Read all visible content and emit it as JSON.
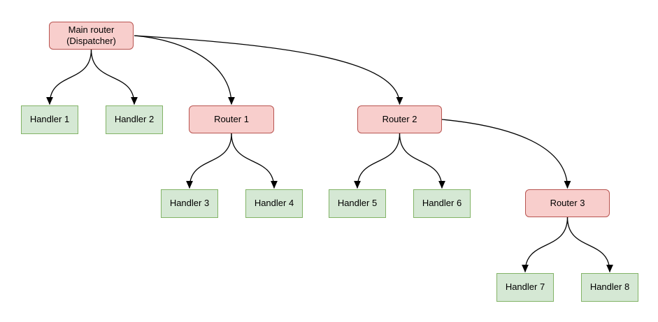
{
  "diagram": {
    "colors": {
      "router_fill": "#f8cecc",
      "router_border": "#b85450",
      "handler_fill": "#d5e8d4",
      "handler_border": "#82b366",
      "edge": "#000000",
      "background": "#ffffff"
    },
    "nodes": {
      "main": {
        "label": "Main router\n(Dispatcher)",
        "type": "router"
      },
      "router1": {
        "label": "Router 1",
        "type": "router"
      },
      "router2": {
        "label": "Router 2",
        "type": "router"
      },
      "router3": {
        "label": "Router 3",
        "type": "router"
      },
      "handler1": {
        "label": "Handler 1",
        "type": "handler"
      },
      "handler2": {
        "label": "Handler 2",
        "type": "handler"
      },
      "handler3": {
        "label": "Handler 3",
        "type": "handler"
      },
      "handler4": {
        "label": "Handler 4",
        "type": "handler"
      },
      "handler5": {
        "label": "Handler 5",
        "type": "handler"
      },
      "handler6": {
        "label": "Handler 6",
        "type": "handler"
      },
      "handler7": {
        "label": "Handler 7",
        "type": "handler"
      },
      "handler8": {
        "label": "Handler 8",
        "type": "handler"
      }
    },
    "edges": [
      {
        "from": "main",
        "to": "handler1"
      },
      {
        "from": "main",
        "to": "handler2"
      },
      {
        "from": "main",
        "to": "router1"
      },
      {
        "from": "main",
        "to": "router2"
      },
      {
        "from": "router1",
        "to": "handler3"
      },
      {
        "from": "router1",
        "to": "handler4"
      },
      {
        "from": "router2",
        "to": "handler5"
      },
      {
        "from": "router2",
        "to": "handler6"
      },
      {
        "from": "router2",
        "to": "router3"
      },
      {
        "from": "router3",
        "to": "handler7"
      },
      {
        "from": "router3",
        "to": "handler8"
      }
    ]
  }
}
